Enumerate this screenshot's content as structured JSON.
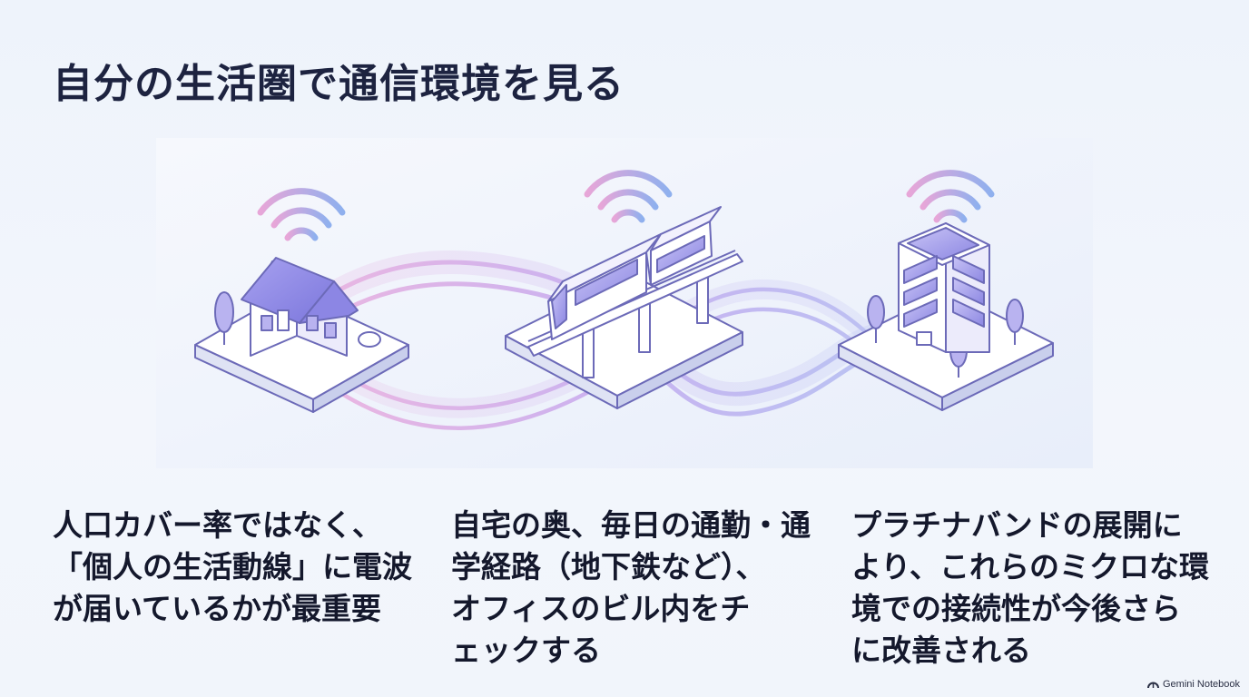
{
  "slide": {
    "title": "自分の生活圏で通信環境を見る",
    "captions": [
      "人口カバー率ではなく、\n「個人の生活動線」に電波\nが届いているかが最重要",
      "自宅の奥、毎日の通勤・通\n学経路（地下鉄など）、\nオフィスのビル内をチ\nェックする",
      "プラチナバンドの展開に\nより、これらのミクロな環\n境での接続性が今後さら\nに改善される"
    ],
    "illustration": {
      "scenes": [
        "house-icon",
        "train-icon",
        "office-building-icon"
      ],
      "signal_icon": "wifi-signal-icon"
    },
    "colors": {
      "accent_purple": "#8f86e6",
      "accent_pink": "#e7a6d8",
      "accent_blue": "#8fb0ee",
      "text_dark": "#14182c"
    },
    "watermark": "Gemini Notebook"
  }
}
